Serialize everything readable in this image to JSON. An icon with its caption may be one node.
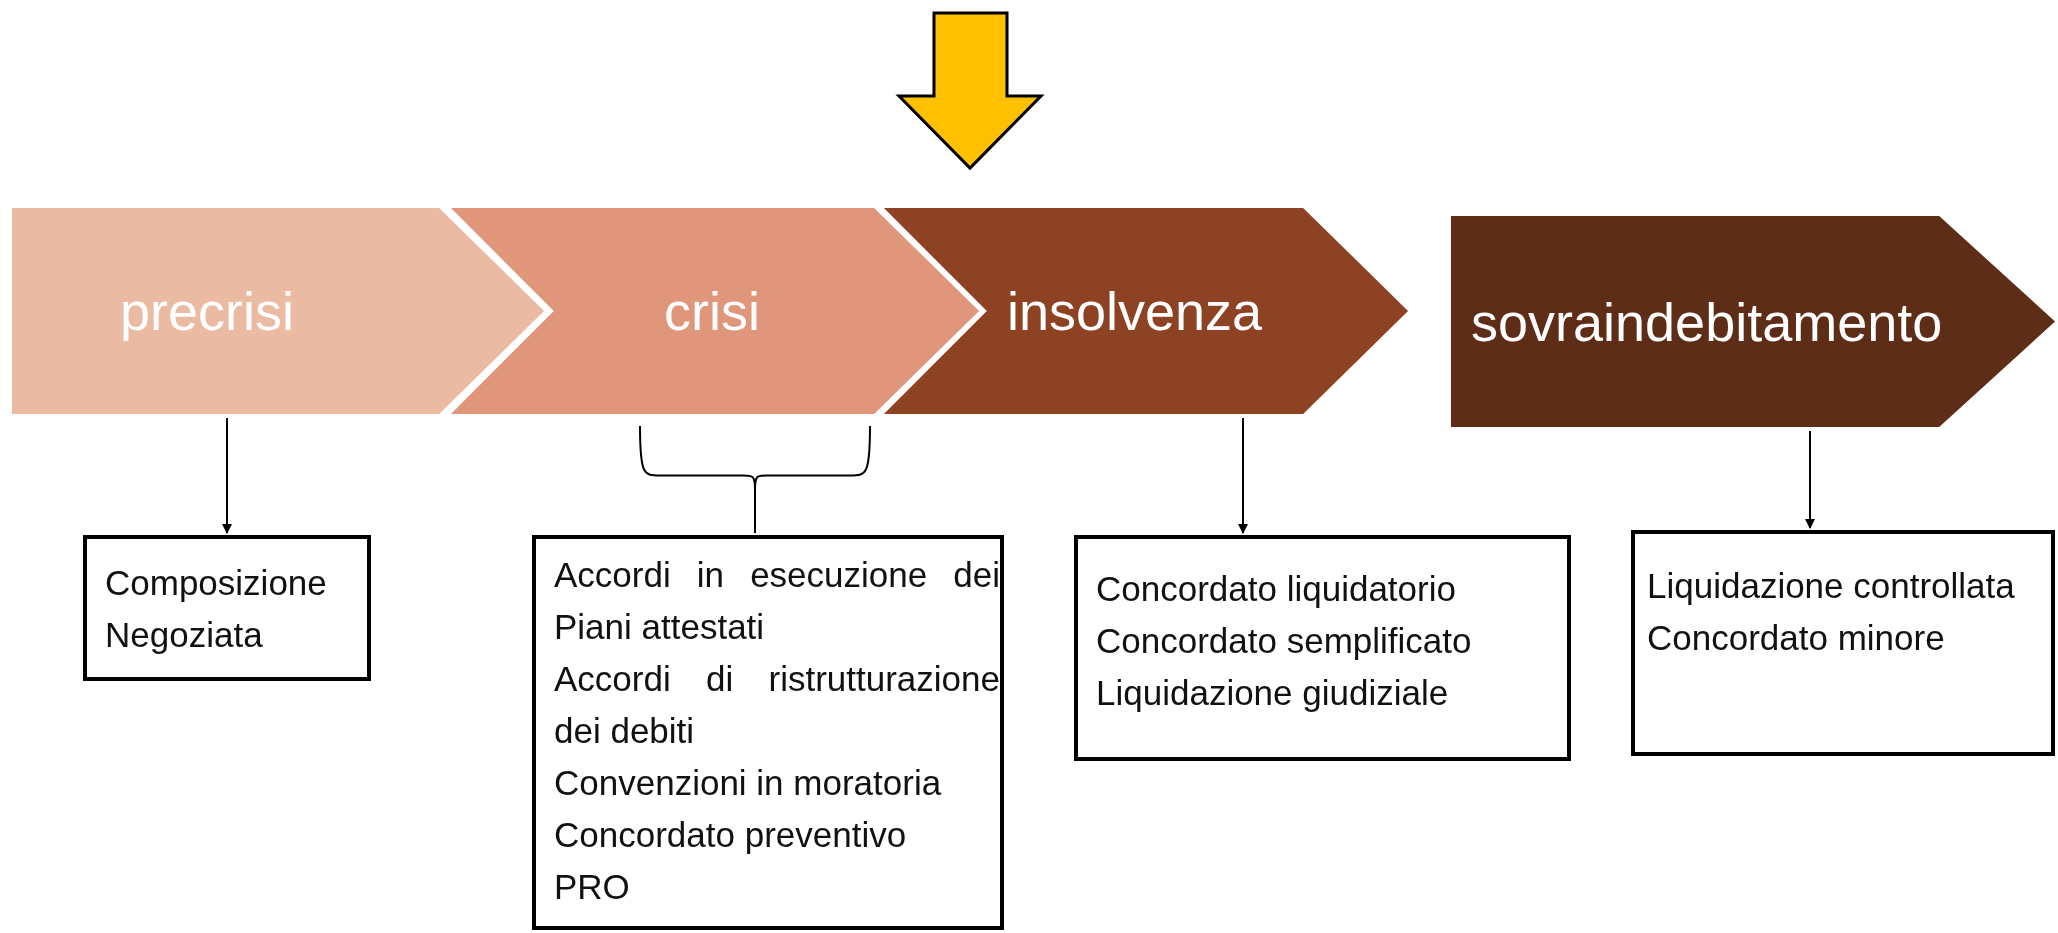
{
  "diagram": {
    "nodes": [
      {
        "text": [
          "precrisi"
        ]
      },
      {
        "text": [
          "crisi"
        ]
      },
      {
        "text": [
          "insolvenza"
        ]
      },
      {
        "text": [
          "sovraindebitamento"
        ]
      },
      {
        "text": [
          "Composizione Negoziata"
        ]
      },
      {
        "text": [
          "Accordi in esecuzione dei Piani attestati",
          "Accordi di ristrutturazione dei debiti",
          "Convenzioni in moratoria",
          "Concordato preventivo",
          "PRO"
        ]
      },
      {
        "text": [
          "Concordato liquidatorio",
          "Concordato semplificato",
          "Liquidazione giudiziale"
        ]
      },
      {
        "text": [
          "Liquidazione controllata",
          "Concordato minore"
        ]
      }
    ],
    "edges": [
      {
        "from": 0,
        "to": 4,
        "arrow": "to"
      },
      {
        "from": 1,
        "to": 5,
        "arrow": "none"
      },
      {
        "from": 2,
        "to": 6,
        "arrow": "to"
      },
      {
        "from": 3,
        "to": 7,
        "arrow": "to"
      }
    ]
  }
}
